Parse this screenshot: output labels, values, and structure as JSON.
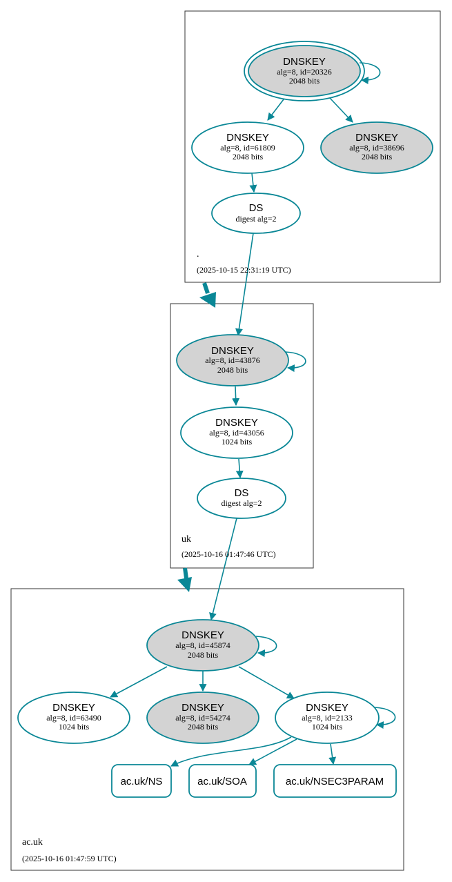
{
  "colors": {
    "edge": "#0a8796",
    "node_stroke": "#0a8796",
    "sep_fill": "#d3d3d3",
    "plain_fill": "#ffffff",
    "zone_border": "#333333"
  },
  "zones": {
    "root": {
      "name": ".",
      "timestamp": "(2025-10-15 22:31:19 UTC)"
    },
    "uk": {
      "name": "uk",
      "timestamp": "(2025-10-16 01:47:46 UTC)"
    },
    "acuk": {
      "name": "ac.uk",
      "timestamp": "(2025-10-16 01:47:59 UTC)"
    }
  },
  "nodes": {
    "root_ksk": {
      "title": "DNSKEY",
      "line1": "alg=8, id=20326",
      "line2": "2048 bits",
      "fill": "sep",
      "trust_anchor": true,
      "self_signed": true
    },
    "root_zsk": {
      "title": "DNSKEY",
      "line1": "alg=8, id=61809",
      "line2": "2048 bits",
      "fill": "plain"
    },
    "root_key3": {
      "title": "DNSKEY",
      "line1": "alg=8, id=38696",
      "line2": "2048 bits",
      "fill": "sep"
    },
    "root_ds": {
      "title": "DS",
      "line1": "digest alg=2"
    },
    "uk_ksk": {
      "title": "DNSKEY",
      "line1": "alg=8, id=43876",
      "line2": "2048 bits",
      "fill": "sep",
      "self_signed": true
    },
    "uk_zsk": {
      "title": "DNSKEY",
      "line1": "alg=8, id=43056",
      "line2": "1024 bits",
      "fill": "plain"
    },
    "uk_ds": {
      "title": "DS",
      "line1": "digest alg=2"
    },
    "ac_ksk": {
      "title": "DNSKEY",
      "line1": "alg=8, id=45874",
      "line2": "2048 bits",
      "fill": "sep",
      "self_signed": true
    },
    "ac_key1": {
      "title": "DNSKEY",
      "line1": "alg=8, id=63490",
      "line2": "1024 bits",
      "fill": "plain"
    },
    "ac_key2": {
      "title": "DNSKEY",
      "line1": "alg=8, id=54274",
      "line2": "2048 bits",
      "fill": "sep"
    },
    "ac_zsk": {
      "title": "DNSKEY",
      "line1": "alg=8, id=2133",
      "line2": "1024 bits",
      "fill": "plain",
      "self_signed": true
    }
  },
  "rrsets": {
    "ns": "ac.uk/NS",
    "soa": "ac.uk/SOA",
    "nsec3param": "ac.uk/NSEC3PARAM"
  }
}
